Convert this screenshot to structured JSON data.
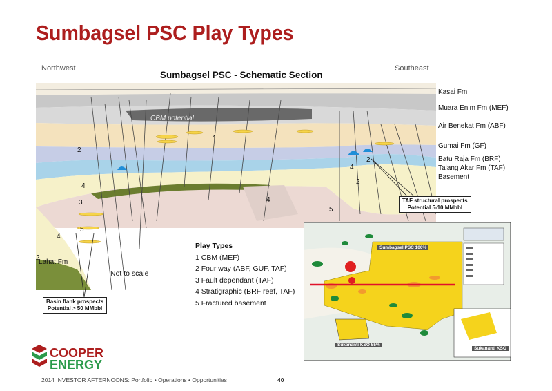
{
  "slide": {
    "title": "Sumbagsel PSC Play Types",
    "footer": "2014 INVESTOR AFTERNOONS: Portfolio • Operations • Opportunities",
    "page_number": "40",
    "accent_color": "#ad1e1e"
  },
  "section": {
    "direction_left": "Northwest",
    "direction_right": "Southeast",
    "title": "Sumbagsel PSC - Schematic Section",
    "cbm_label": "CBM potential",
    "lahat_label": "Lahat Fm",
    "scale_note": "Not to scale",
    "formations": [
      "Kasai Fm",
      "Muara Enim Fm (MEF)",
      "Air Benekat Fm (ABF)",
      "Gumai Fm (GF)",
      "Batu Raja Fm (BRF)",
      "Talang Akar Fm (TAF)",
      "Basement"
    ],
    "markers": [
      "1",
      "2",
      "2",
      "2",
      "3",
      "4",
      "4",
      "4",
      "4",
      "5",
      "5",
      "2"
    ]
  },
  "callouts": {
    "taf_line1": "TAF structural prospects",
    "taf_line2": "Potential 5-10 MMbbl",
    "basin_line1": "Basin flank prospects",
    "basin_line2": "Potential > 50 MMbbl"
  },
  "play_types": {
    "heading": "Play Types",
    "items": [
      "1  CBM (MEF)",
      "2  Four way (ABF, GUF, TAF)",
      "3  Fault dependant (TAF)",
      "4  Stratigraphic (BRF reef, TAF)",
      "5  Fractured basement"
    ]
  },
  "map": {
    "label_main": "Sumbagsel PSC 100%",
    "label_sw": "Sukananti KSO 55%",
    "label_se": "Sukananti KSO"
  },
  "logo": {
    "line1": "COOPER",
    "line2": "ENERGY"
  }
}
